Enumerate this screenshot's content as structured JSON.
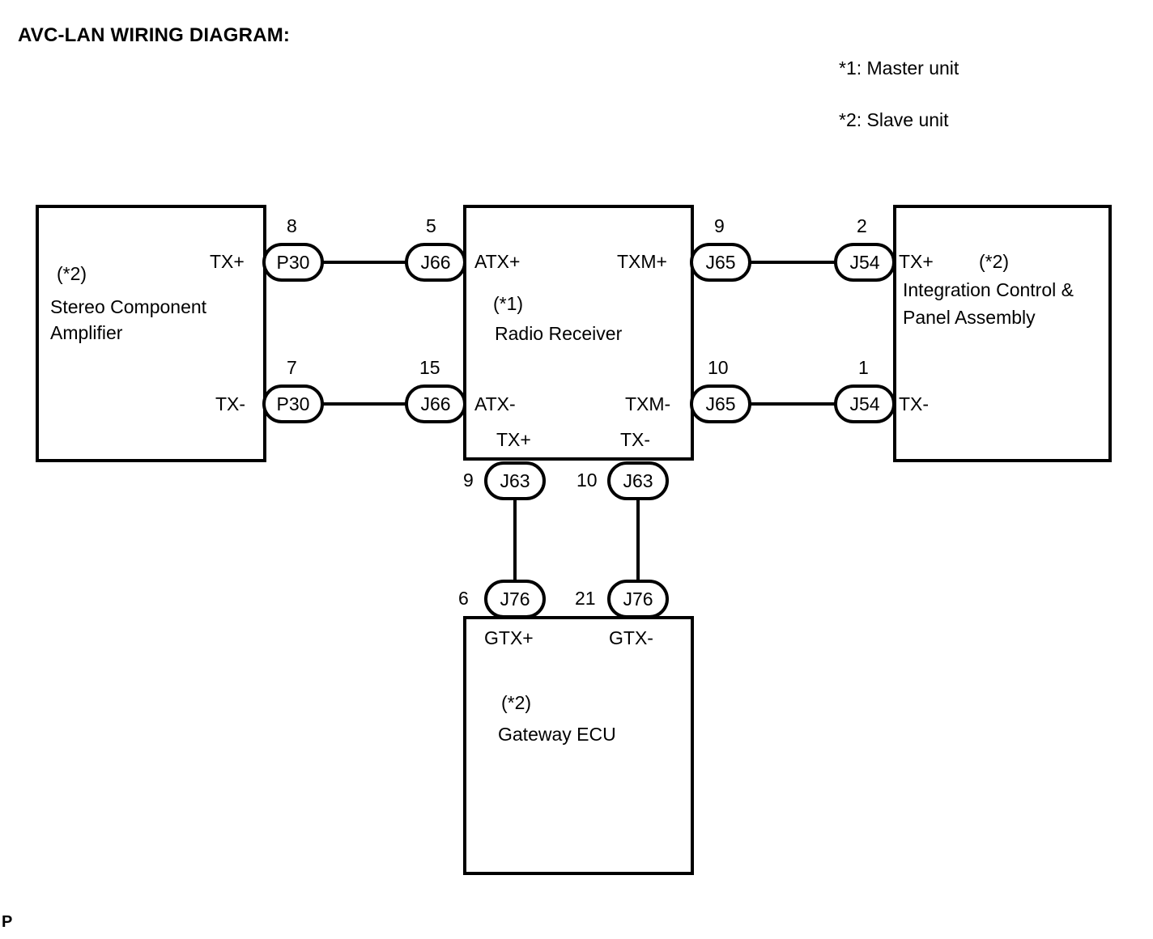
{
  "title": "AVC-LAN WIRING DIAGRAM:",
  "page_mark": "P",
  "legend": {
    "master": "*1: Master unit",
    "slave": "*2: Slave unit"
  },
  "units": [
    {
      "id": "stereo-component-amplifier",
      "note": "(*2)",
      "name_line1": "Stereo Component",
      "name_line2": "Amplifier",
      "ports": [
        {
          "label": "TX+",
          "connector": "P30",
          "pin": "8"
        },
        {
          "label": "TX-",
          "connector": "P30",
          "pin": "7"
        }
      ]
    },
    {
      "id": "radio-receiver",
      "note": "(*1)",
      "name_line1": "Radio Receiver",
      "name_line2": "",
      "ports": [
        {
          "label": "ATX+",
          "connector": "J66",
          "pin": "5"
        },
        {
          "label": "ATX-",
          "connector": "J66",
          "pin": "15"
        },
        {
          "label": "TXM+",
          "connector": "J65",
          "pin": "9"
        },
        {
          "label": "TXM-",
          "connector": "J65",
          "pin": "10"
        },
        {
          "label": "TX+",
          "connector": "J63",
          "pin": "9"
        },
        {
          "label": "TX-",
          "connector": "J63",
          "pin": "10"
        }
      ]
    },
    {
      "id": "integration-control-panel-assembly",
      "note": "(*2)",
      "name_line1": "Integration Control &",
      "name_line2": "Panel Assembly",
      "ports": [
        {
          "label": "TX+",
          "connector": "J54",
          "pin": "2"
        },
        {
          "label": "TX-",
          "connector": "J54",
          "pin": "1"
        }
      ]
    },
    {
      "id": "gateway-ecu",
      "note": "(*2)",
      "name_line1": "Gateway ECU",
      "name_line2": "",
      "ports": [
        {
          "label": "GTX+",
          "connector": "J76",
          "pin": "6"
        },
        {
          "label": "GTX-",
          "connector": "J76",
          "pin": "21"
        }
      ]
    }
  ],
  "connections": [
    {
      "from": "Stereo Component Amplifier TX+ (P30-8)",
      "to": "Radio Receiver ATX+ (J66-5)"
    },
    {
      "from": "Stereo Component Amplifier TX- (P30-7)",
      "to": "Radio Receiver ATX- (J66-15)"
    },
    {
      "from": "Radio Receiver TXM+ (J65-9)",
      "to": "Integration Control & Panel Assembly TX+ (J54-2)"
    },
    {
      "from": "Radio Receiver TXM- (J65-10)",
      "to": "Integration Control & Panel Assembly TX- (J54-1)"
    },
    {
      "from": "Radio Receiver TX+ (J63-9)",
      "to": "Gateway ECU GTX+ (J76-6)"
    },
    {
      "from": "Radio Receiver TX- (J63-10)",
      "to": "Gateway ECU GTX- (J76-21)"
    }
  ]
}
